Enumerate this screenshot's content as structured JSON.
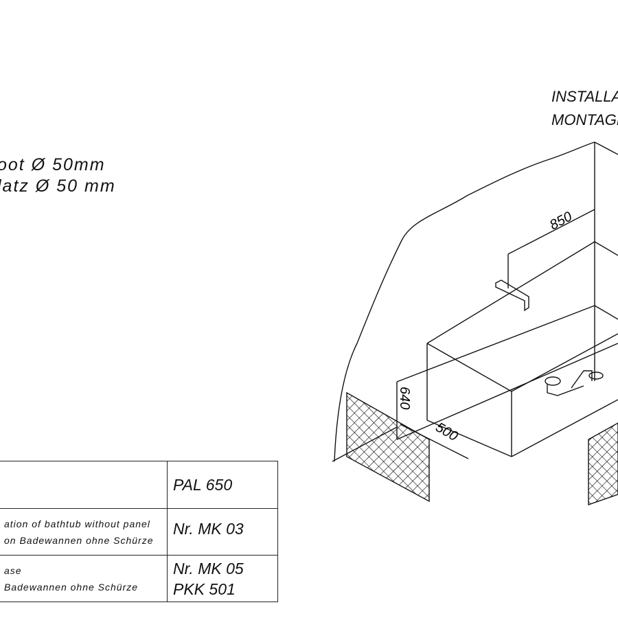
{
  "notes": {
    "line1": "oot  Ø  50mm",
    "line2": "latz  Ø  50  mm"
  },
  "header": {
    "line1": "INSTALLA",
    "line2": "MONTAGE"
  },
  "dimensions": {
    "height": "640",
    "depth": "500",
    "spout": "850"
  },
  "table": {
    "rows": [
      {
        "desc1": "",
        "desc2": "",
        "code1": "PAL 650",
        "code2": ""
      },
      {
        "desc1": "ation  of  bathtub  without  panel",
        "desc2": "on  Badewannen  ohne  Schürze",
        "code1": "Nr. MK 03",
        "code2": ""
      },
      {
        "desc1": "ase",
        "desc2": "Badewannen  ohne  Schürze",
        "code1": "Nr. MK 05",
        "code2": "PKK 501"
      }
    ]
  }
}
